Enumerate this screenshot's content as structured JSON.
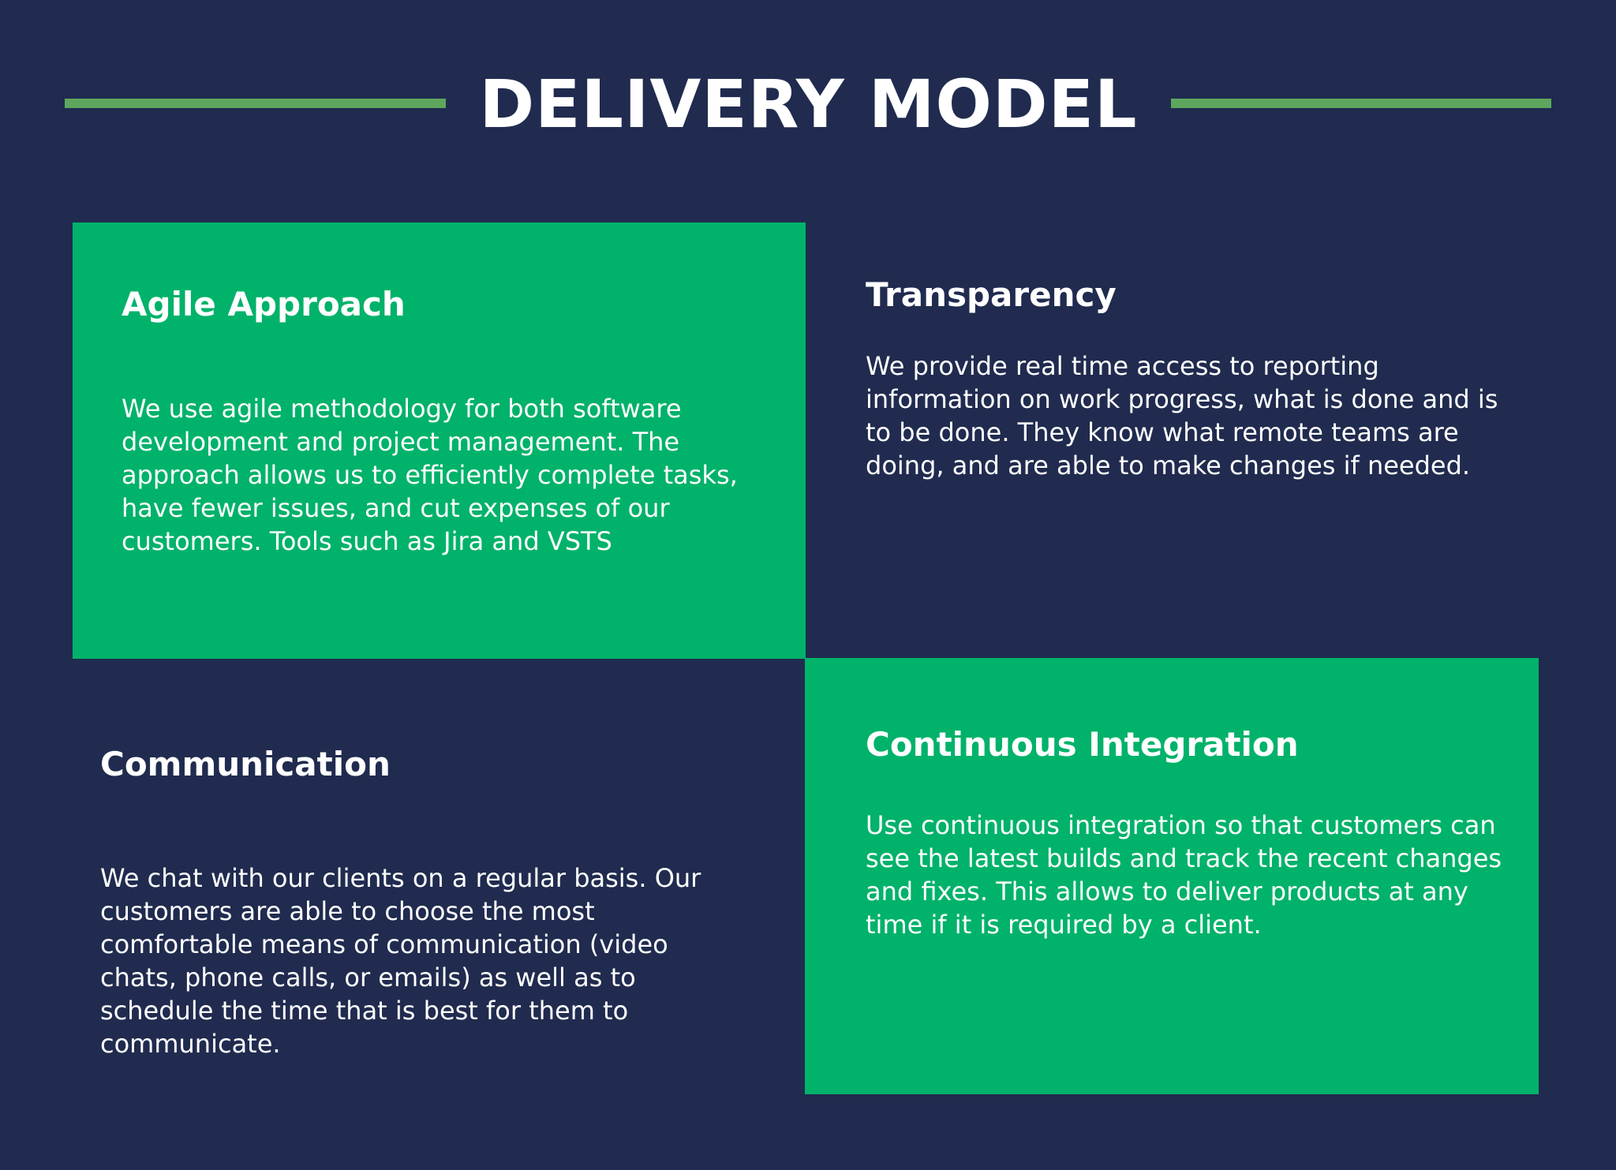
{
  "title": "DELIVERY MODEL",
  "colors": {
    "background": "#202b4f",
    "accent_green": "#00b26a",
    "rule_green": "#5ea65d",
    "text": "#ffffff"
  },
  "sections": {
    "agile": {
      "heading": "Agile Approach",
      "body": "We use agile methodology for both software development and project management. The approach allows us to efficiently complete tasks, have fewer issues, and cut expenses of our customers.  Tools such as Jira and VSTS"
    },
    "transparency": {
      "heading": "Transparency",
      "body": "We provide real time access to reporting information on work progress, what is done and is to be done. They know what remote teams are doing, and are able to make changes if needed."
    },
    "communication": {
      "heading": "Communication",
      "body": "We chat with our clients on a regular basis. Our customers are able to choose the most comfortable means of communication (video chats, phone calls, or emails) as well as to schedule the time that is best for them to communicate."
    },
    "ci": {
      "heading": "Continuous Integration",
      "body": "Use continuous integration so that customers can see the latest builds and track the recent changes and fixes. This allows to deliver products at any time if it is required by a client."
    }
  }
}
